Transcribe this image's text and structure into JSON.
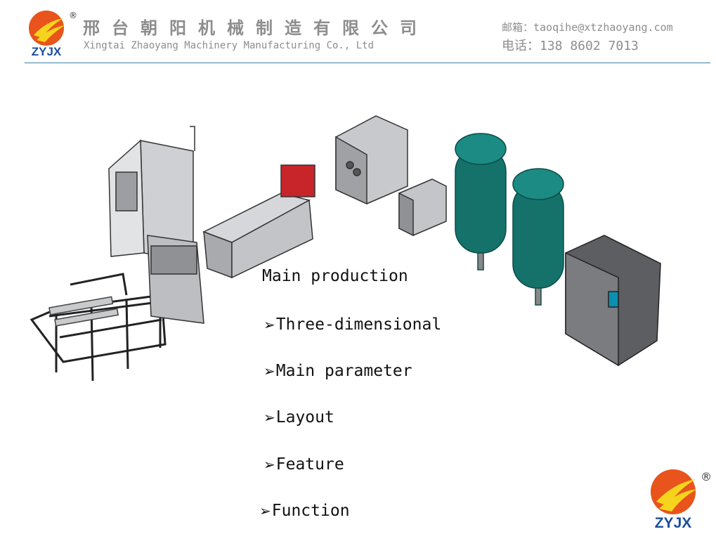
{
  "header": {
    "logo_text": "ZYJX",
    "registered_mark": "®",
    "company_cn": "邢台朝阳机械制造有限公司",
    "company_en": "Xingtai Zhaoyang Machinery Manufacturing Co., Ltd",
    "email": "邮箱：taoqihe@xtzhaoyang.com",
    "phone": "电话：138 8602 7013"
  },
  "content": {
    "title": "Main production",
    "bullet_glyph": "➢",
    "items": [
      {
        "label": "Three-dimensional"
      },
      {
        "label": "Main parameter"
      },
      {
        "label": "Layout"
      },
      {
        "label": "Feature"
      },
      {
        "label": "Function"
      }
    ]
  },
  "footer": {
    "logo_text": "ZYJX",
    "registered_mark": "®"
  },
  "colors": {
    "text_gray": "#8d8d8d",
    "rule": "#3b7fa7",
    "logo_orange": "#e8541b",
    "logo_yellow": "#f6d41e",
    "logo_blue": "#1d4f9e",
    "tank_teal": "#14726b",
    "machine_gray": "#b8b9bc",
    "part_red": "#c8252a"
  }
}
